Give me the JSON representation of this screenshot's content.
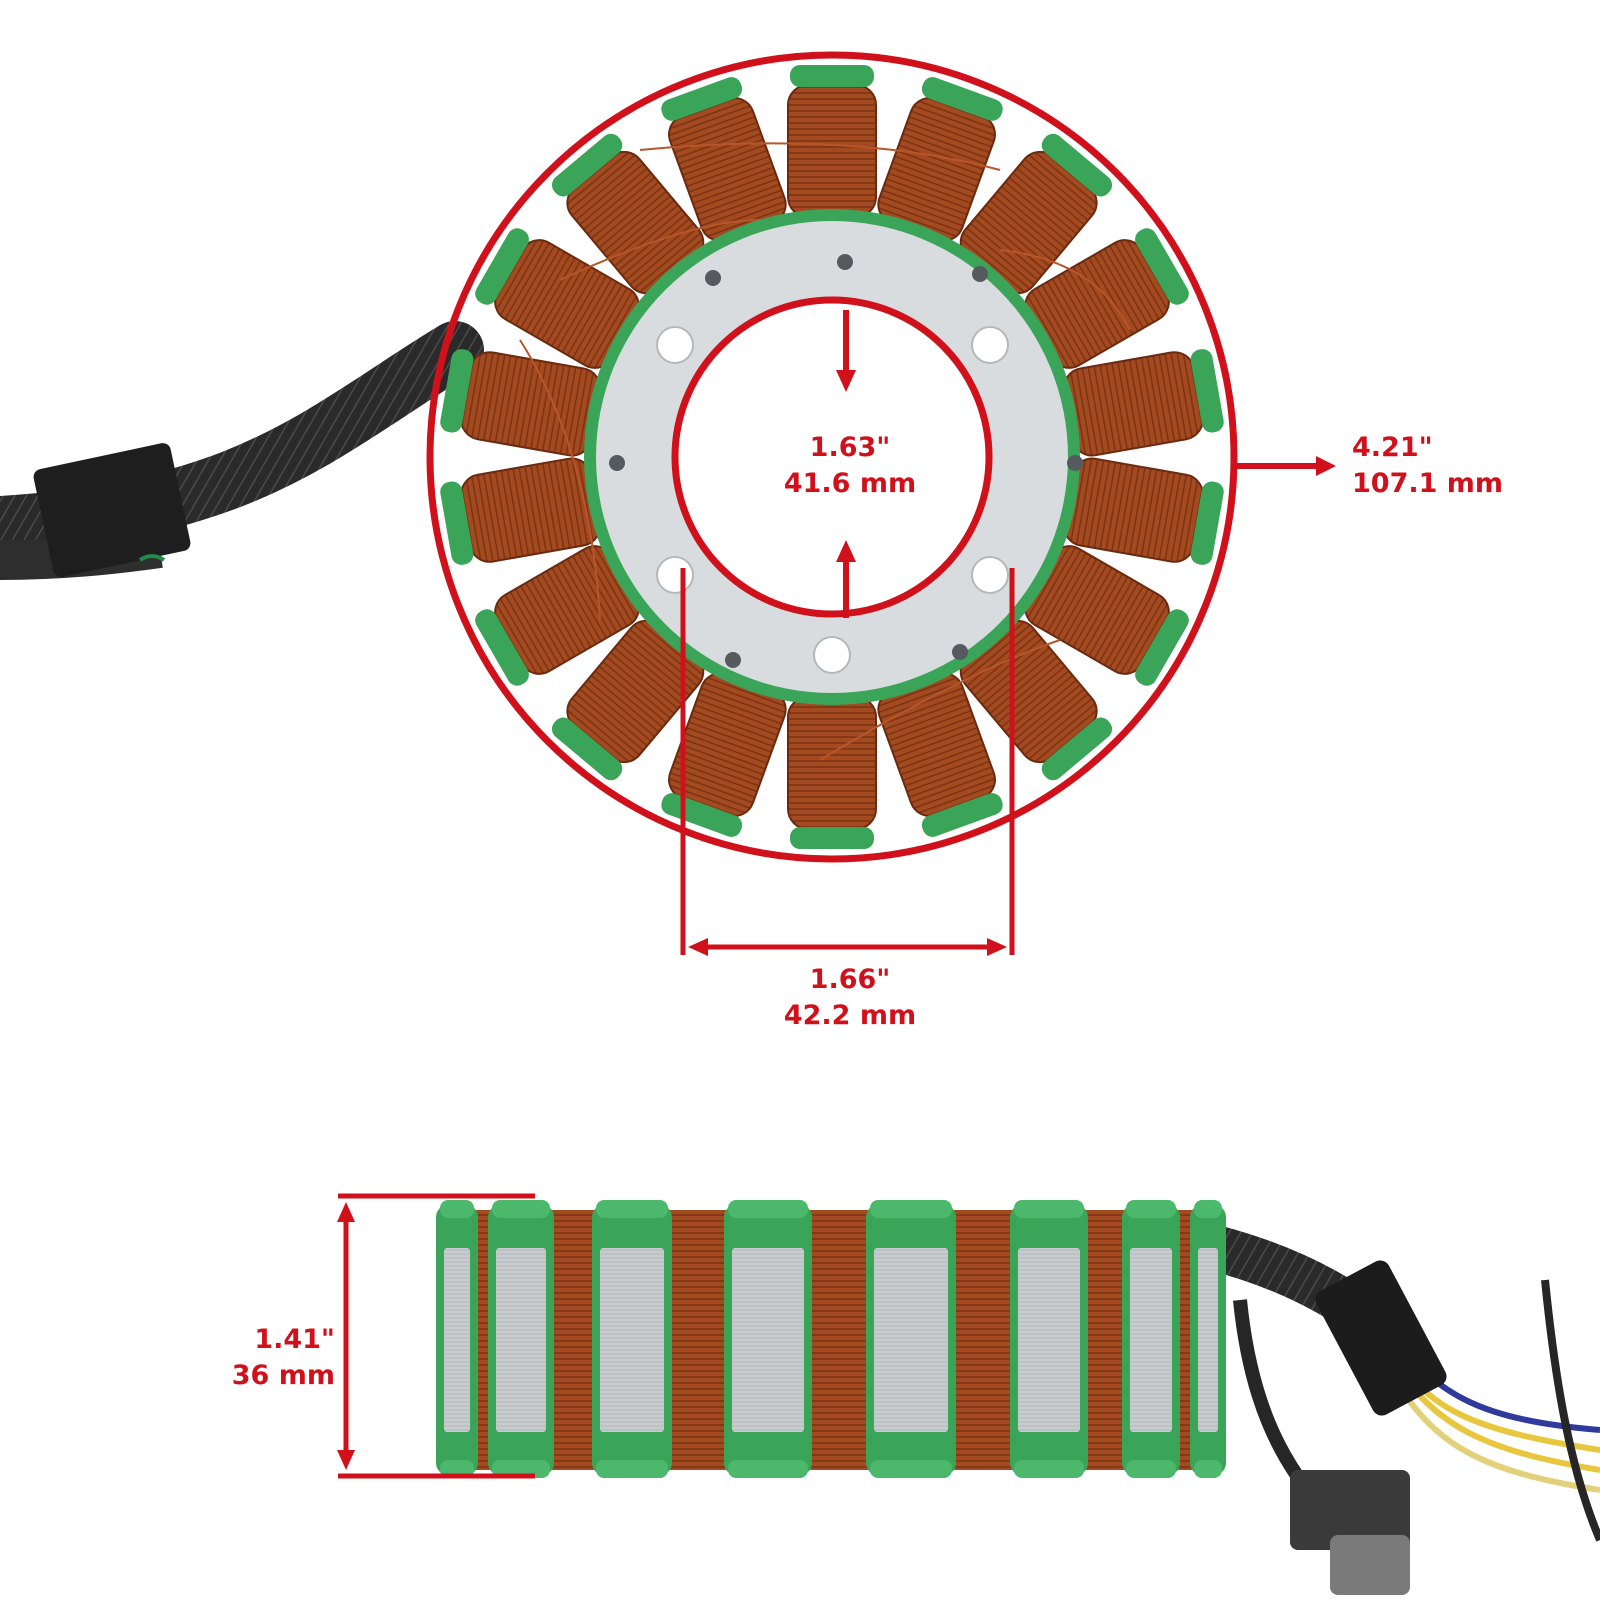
{
  "colors": {
    "dimension_red": "#d0111b",
    "coil_copper": "#a5491f",
    "insulation_green": "#3aa559",
    "steel_plate": "#d9dcde",
    "cable_black": "#262626"
  },
  "dimensions": {
    "outer_diameter": {
      "imperial": "4.21\"",
      "metric": "107.1 mm"
    },
    "inner_diameter": {
      "imperial": "1.63\"",
      "metric": "41.6 mm"
    },
    "bolt_spacing": {
      "imperial": "1.66\"",
      "metric": "42.2 mm"
    },
    "stack_height": {
      "imperial": "1.41\"",
      "metric": "36 mm"
    }
  },
  "product": {
    "top_view_coils": 18,
    "side_view_poles": 8
  }
}
